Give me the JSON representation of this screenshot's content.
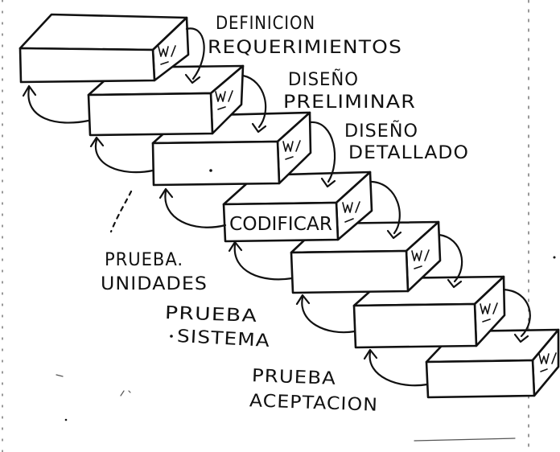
{
  "colors": {
    "ink": "#111111",
    "paper": "#ffffff"
  },
  "diagram": {
    "stages": [
      {
        "lines": [
          "DEFINICION",
          "REQUERIMIENTOS"
        ]
      },
      {
        "lines": [
          "DISEÑO",
          "PRELIMINAR"
        ]
      },
      {
        "lines": [
          "DISEÑO",
          "DETALLADO"
        ]
      },
      {
        "lines": [
          "CODIFICAR"
        ]
      },
      {
        "lines": [
          "PRUEBA.",
          "UNIDADES"
        ]
      },
      {
        "lines": [
          "PRUEBA",
          "SISTEMA"
        ]
      },
      {
        "lines": [
          "PRUEBA",
          "ACEPTACION"
        ]
      }
    ]
  }
}
